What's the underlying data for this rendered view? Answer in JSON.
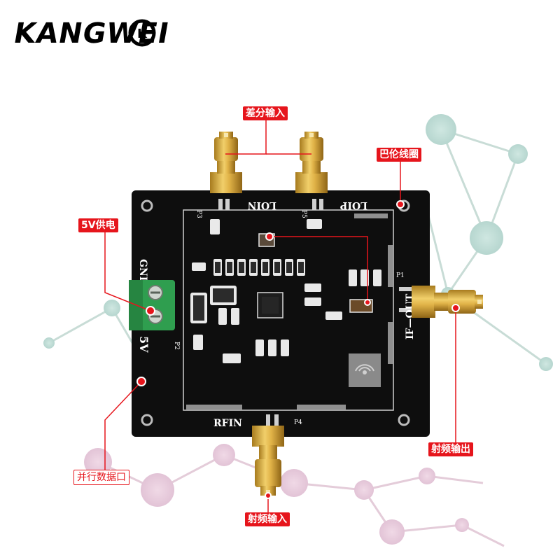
{
  "brand": {
    "logo_text": "KANGWEI",
    "badge_text": "K"
  },
  "callouts": {
    "differential_input": "差分输入",
    "balun": "巴伦线圈",
    "power_5v": "5V供电",
    "parallel_port": "并行数据口",
    "rf_output": "射频输出",
    "rf_input": "射频输入"
  },
  "silkscreen": {
    "gnd": "GND",
    "v5": "5V",
    "loin": "LOIN",
    "lop": "LOIP",
    "if_out": "IF—OUT",
    "rfin": "RFIN",
    "p1": "P1",
    "p2": "P2",
    "p3": "P3",
    "p4": "P4",
    "p5": "P5"
  },
  "colors": {
    "callout_red": "#e6151c",
    "pcb_black": "#0e0e0e",
    "terminal_green": "#2f9e4f",
    "gold": "#d4a53a"
  }
}
